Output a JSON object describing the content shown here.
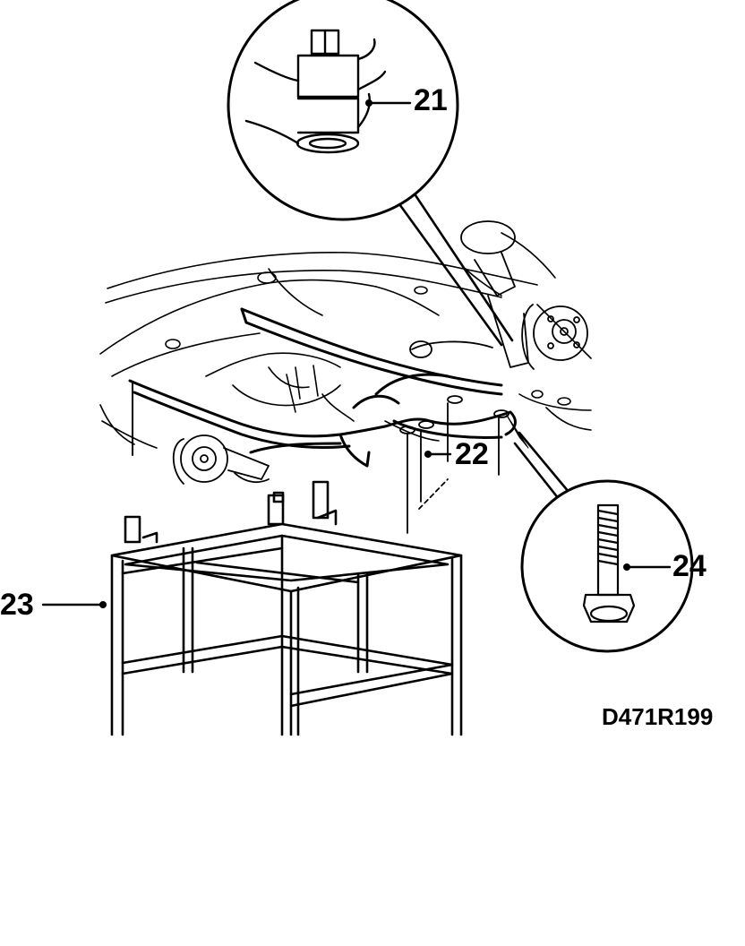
{
  "callouts": {
    "c21": "21",
    "c22": "22",
    "c23": "23",
    "c24": "24"
  },
  "figure_ref": "D471R199",
  "colors": {
    "line": "#000000",
    "background": "#ffffff"
  }
}
